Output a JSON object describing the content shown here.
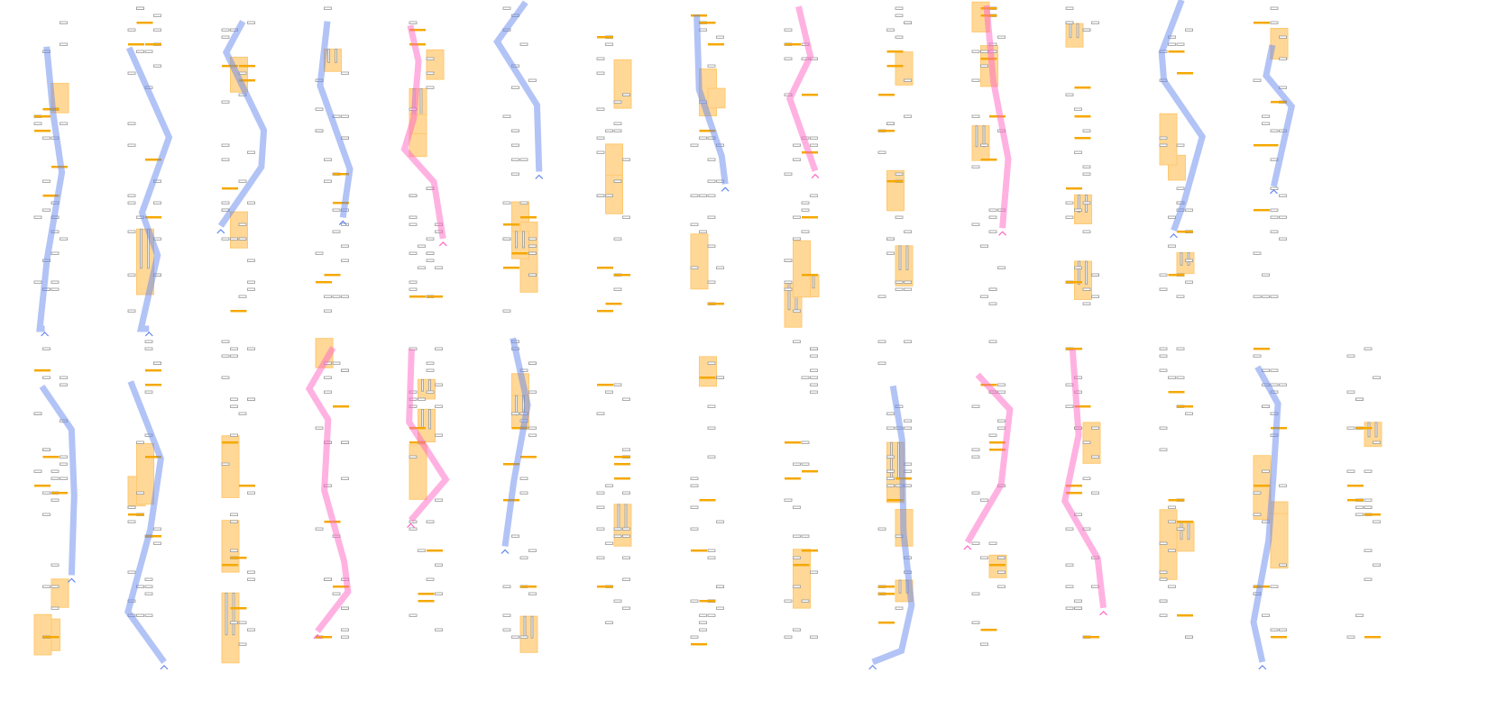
{
  "colors": {
    "tap_fill": "#ffffff",
    "tap_stroke": "#999999",
    "flick": "#f5a800",
    "hold": "#ffd898",
    "hold_edge": "#ffc870",
    "slide_pink": "#ff66c4",
    "slide_blue": "#6688ee"
  },
  "chart_data": {
    "type": "rhythm-chart",
    "columns": 15,
    "rows": 2,
    "lanes_per_column": 4,
    "seed": 7,
    "tap_density": 24,
    "flick_density": 5,
    "hold_density": 3
  }
}
